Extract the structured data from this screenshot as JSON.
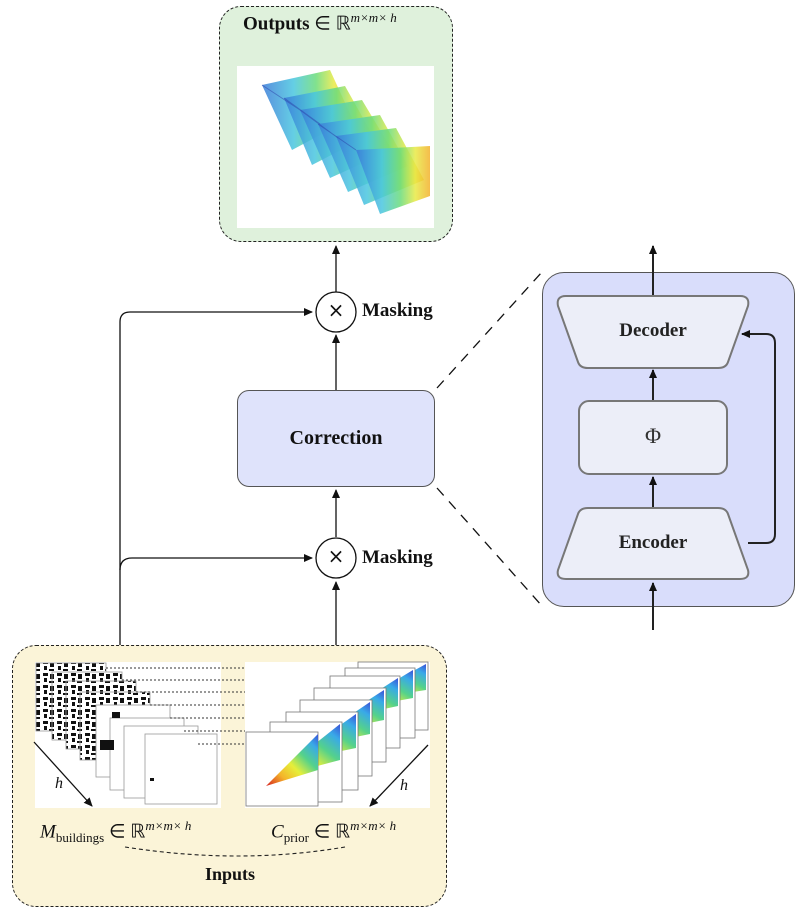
{
  "outputs": {
    "label_bold": "Outputs",
    "label_math": " ∈ ℝ",
    "label_sup": "m×m× h"
  },
  "correction": {
    "label": "Correction"
  },
  "masking_top": {
    "symbol": "×",
    "label": "Masking"
  },
  "masking_bottom": {
    "symbol": "×",
    "label": "Masking"
  },
  "detail": {
    "decoder": "Decoder",
    "phi": "Φ",
    "encoder": "Encoder"
  },
  "inputs": {
    "label": "Inputs",
    "h_left": "h",
    "h_right": "h",
    "buildings_main": "M",
    "buildings_sub": "buildings",
    "buildings_rest": " ∈ ℝ",
    "buildings_sup": "m×m× h",
    "prior_main": "C",
    "prior_sub": "prior",
    "prior_rest": " ∈ ℝ",
    "prior_sup": "m×m× h"
  },
  "colors": {
    "outputs_bg": "#dff1dc",
    "inputs_bg": "#fbf4d8",
    "correction_bg": "#dfe3fb",
    "detail_bg": "#d9ddfb",
    "node_fill": "#eceef8"
  }
}
